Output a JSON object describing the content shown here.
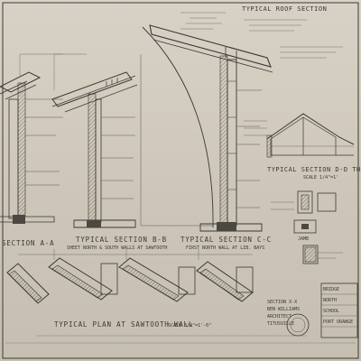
{
  "labels": {
    "roof_section": "TYPICAL ROOF SECTION",
    "section_aa": "SECTION A-A",
    "section_bb": "TYPICAL SECTION B-B",
    "section_bb_sub": "SHEET NORTH & SOUTH WALLS AT SAWTOOTH",
    "section_cc": "TYPICAL SECTION C-C",
    "section_cc_sub": "FIRST NORTH WALL AT LIB. BAYS",
    "section_dd": "TYPICAL SECTION D-D TH",
    "section_dd_scale": "SCALE 1/4\"=1'",
    "plan_sawtooth": "TYPICAL PLAN AT SAWTOOTH WALL",
    "plan_scale": "SCALE 3/4\"=1'-0\"",
    "section_x": "SECTION X-X",
    "jamb": "JAMB",
    "title_block_1": "BRIDGE",
    "title_block_2": "NORTH",
    "title_block_3": "SCHOOL",
    "title_block_4": "PORT ORANGE",
    "stamp_text": "BEN WILLIAMS",
    "architect_1": "ARCHITECT",
    "architect_2": "TITUSVILLE"
  }
}
